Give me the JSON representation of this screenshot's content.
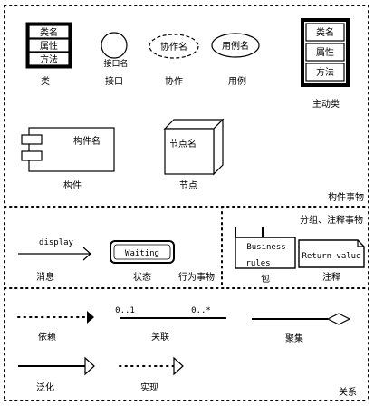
{
  "structural_things": {
    "class": {
      "rows": [
        "类名",
        "属性",
        "方法"
      ],
      "caption": "类"
    },
    "interface": {
      "name": "接口名",
      "caption": "接口"
    },
    "collaboration": {
      "name": "协作名",
      "caption": "协作"
    },
    "use_case": {
      "name": "用例名",
      "caption": "用例"
    },
    "active_class": {
      "rows": [
        "类名",
        "属性",
        "方法"
      ],
      "caption": "主动类"
    },
    "component": {
      "name": "构件名",
      "caption": "构件"
    },
    "node": {
      "name": "节点名",
      "caption": "节点"
    },
    "section_title": "构件事物"
  },
  "behavioral_things": {
    "message": {
      "label": "display",
      "caption": "消息"
    },
    "state": {
      "name": "Waiting",
      "caption": "状态"
    },
    "section_title": "行为事物"
  },
  "grouping_annotation": {
    "section_title": "分组、注释事物",
    "package": {
      "line1": "Business",
      "line2": "rules",
      "caption": "包"
    },
    "note": {
      "text": "Return value",
      "caption": "注释"
    }
  },
  "relationships": {
    "dependency": {
      "caption": "依赖"
    },
    "association": {
      "left_mult": "0..1",
      "right_mult": "0..*",
      "caption": "关联"
    },
    "aggregation": {
      "caption": "聚集"
    },
    "generalization": {
      "caption": "泛化"
    },
    "realization": {
      "caption": "实现"
    },
    "section_title": "关系"
  }
}
